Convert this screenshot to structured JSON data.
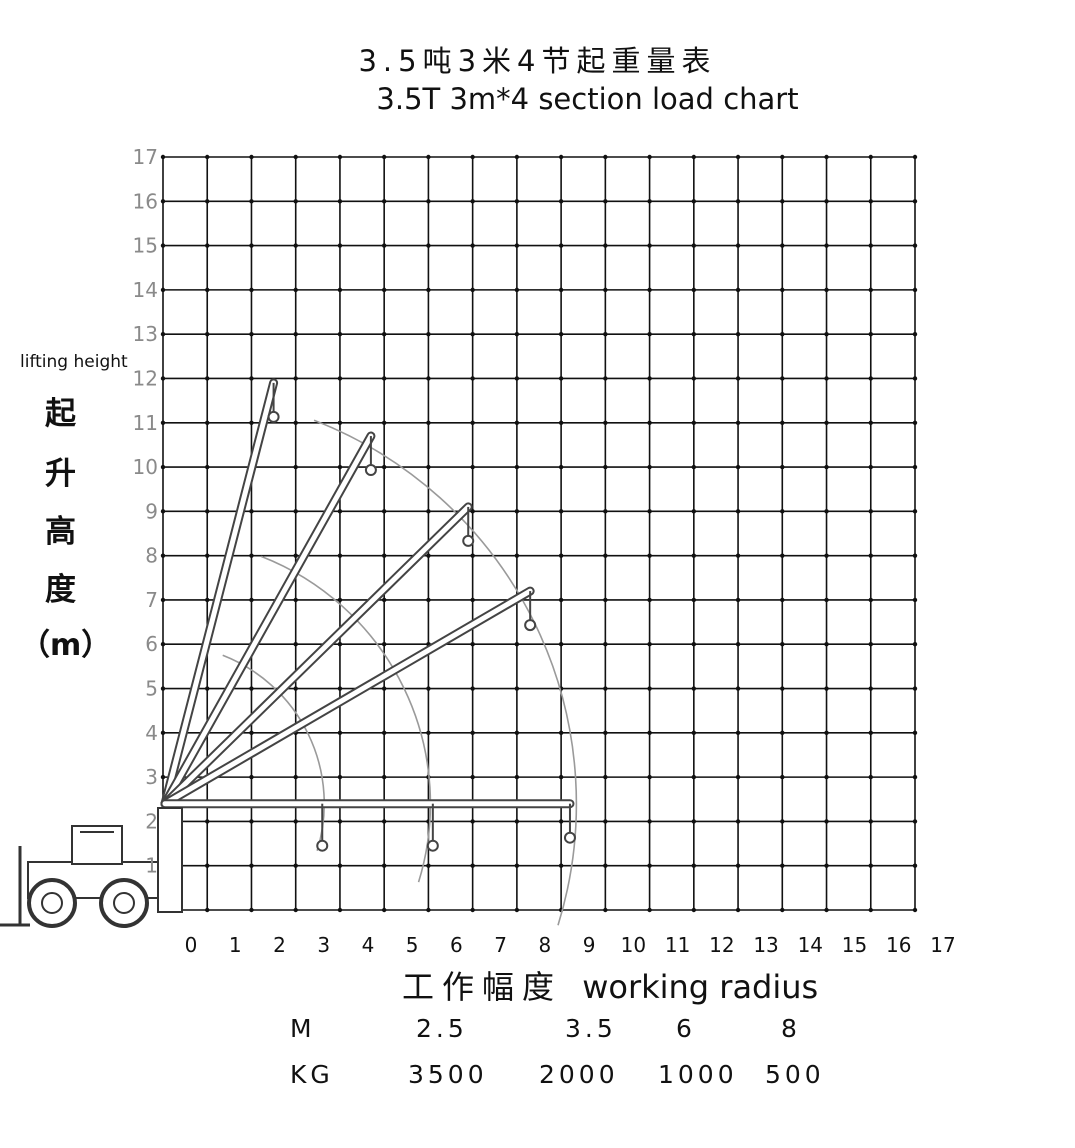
{
  "title_cn": "3.5吨3米4节起重量表",
  "title_en": "3.5T 3m*4 section load chart",
  "ylabel_en": "lifting height",
  "ylabel_cn_chars": [
    "起",
    "升",
    "高",
    "度"
  ],
  "ylabel_unit": "（m）",
  "xlabel_cn": "工作幅度",
  "xlabel_en": "working radius",
  "table": {
    "row_m": [
      "M",
      "2.5",
      "3.5",
      "6",
      "8"
    ],
    "row_kg": [
      "KG",
      "3500",
      "2000",
      "1000",
      "500"
    ]
  },
  "chart_data": {
    "type": "table",
    "x": [
      2.5,
      3.5,
      6,
      8
    ],
    "values": [
      3500,
      2000,
      1000,
      500
    ],
    "xlim": [
      0,
      17
    ],
    "ylim": [
      0,
      17
    ],
    "grid": true,
    "x_ticks": [
      "0",
      "1",
      "2",
      "3",
      "4",
      "5",
      "6",
      "7",
      "8",
      "9",
      "10",
      "11",
      "12",
      "13",
      "14",
      "15",
      "16",
      "17"
    ],
    "y_ticks": [
      "1",
      "2",
      "3",
      "4",
      "5",
      "6",
      "7",
      "8",
      "9",
      "10",
      "11",
      "12",
      "13",
      "14",
      "15",
      "16",
      "17"
    ]
  },
  "colors": {
    "grid": "#111111",
    "boom": "#444444",
    "arc": "#9a9a9a",
    "ytick": "#8a8a8a"
  }
}
